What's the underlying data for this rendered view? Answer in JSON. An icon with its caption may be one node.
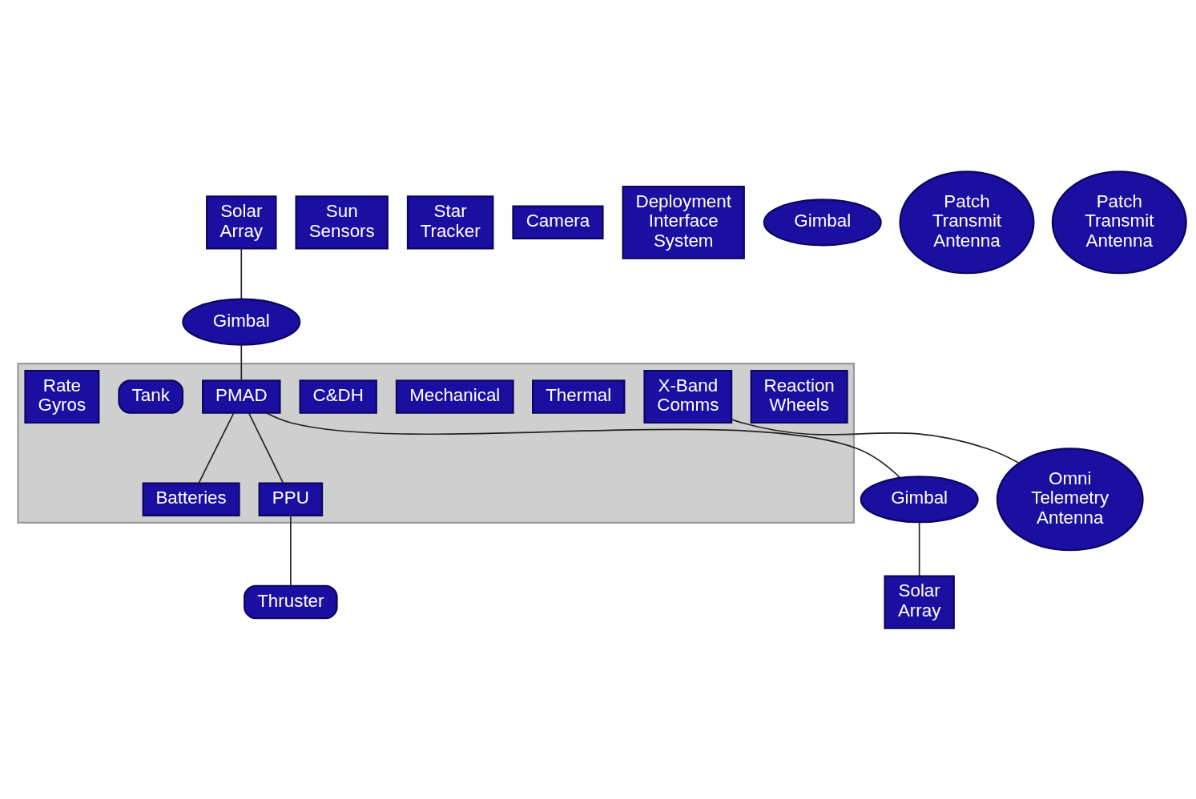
{
  "diagram": {
    "nodes": [
      {
        "text": [
          "Solar Array"
        ]
      },
      {
        "text": [
          "Sun Sensors"
        ]
      },
      {
        "text": [
          "Star Tracker"
        ]
      },
      {
        "text": [
          "Gimbal"
        ]
      },
      {
        "text": [],
        "shape": "box"
      },
      {
        "text": [
          "Reaction Wheels"
        ],
        "in": 4
      },
      {
        "text": [
          "PMAD"
        ],
        "in": 4
      },
      {
        "text": [
          "Thermal"
        ],
        "in": 4
      },
      {
        "text": [
          "Camera"
        ]
      },
      {
        "text": [
          "Mechanical"
        ],
        "in": 4
      },
      {
        "text": [
          "Batteries"
        ],
        "in": 4
      },
      {
        "text": [
          "PPU"
        ],
        "in": 4
      },
      {
        "text": [
          "C&DH"
        ],
        "in": 4
      },
      {
        "text": [
          "Omni Telemetry Antenna"
        ]
      },
      {
        "text": [
          "Deployment Interface System"
        ]
      },
      {
        "text": [
          "X-Band Comms"
        ],
        "in": 4
      },
      {
        "text": [
          "Tank"
        ],
        "in": 4
      },
      {
        "text": [
          "Rate Gyros"
        ],
        "in": 4
      },
      {
        "text": [
          "Gimbal"
        ]
      },
      {
        "text": [
          "Gimbal"
        ]
      },
      {
        "text": [
          "Patch Transmit Antenna"
        ]
      },
      {
        "text": [
          "Patch Transmit Antenna"
        ]
      },
      {
        "text": [
          "Thruster"
        ]
      },
      {
        "text": [
          "Solar Array"
        ]
      }
    ],
    "edges": [
      {
        "from": 0,
        "to": 3,
        "arrow": "none"
      },
      {
        "from": 3,
        "to": 6,
        "arrow": "none"
      },
      {
        "from": 6,
        "to": 19,
        "arrow": "none"
      },
      {
        "from": 19,
        "to": 23,
        "arrow": "none"
      },
      {
        "from": 6,
        "to": 10,
        "arrow": "none"
      },
      {
        "from": 6,
        "to": 11,
        "arrow": "none"
      },
      {
        "from": 11,
        "to": 22,
        "arrow": "none"
      },
      {
        "from": 15,
        "to": 13,
        "arrow": "none"
      }
    ]
  }
}
